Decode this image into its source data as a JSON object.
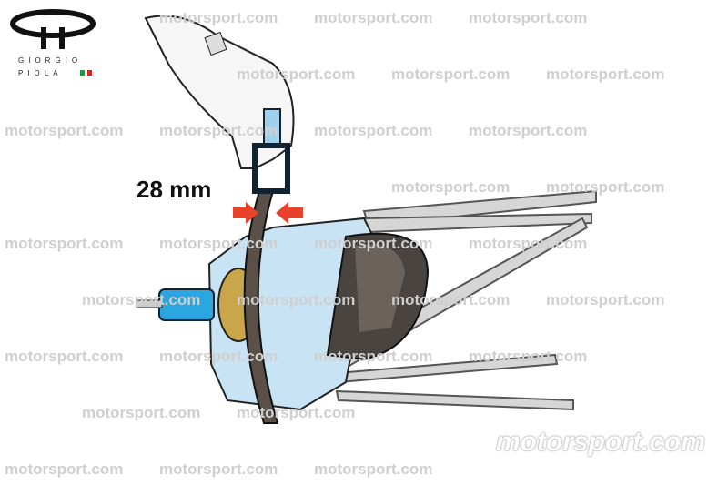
{
  "logo": {
    "name_line1": "GIORGIO",
    "name_line2": "PIOLA",
    "flag_colors": [
      "#1a9a3a",
      "#e02020"
    ]
  },
  "watermark": "motorsport.com",
  "annotation": {
    "measurement": "28 mm",
    "arrow_color": "#e8422a"
  },
  "brand": "motorsport.com",
  "colors": {
    "caliper": "#9fd0ec",
    "disc": "#5a5048",
    "hub": "#c9a64a",
    "nut": "#2aa6e0"
  }
}
